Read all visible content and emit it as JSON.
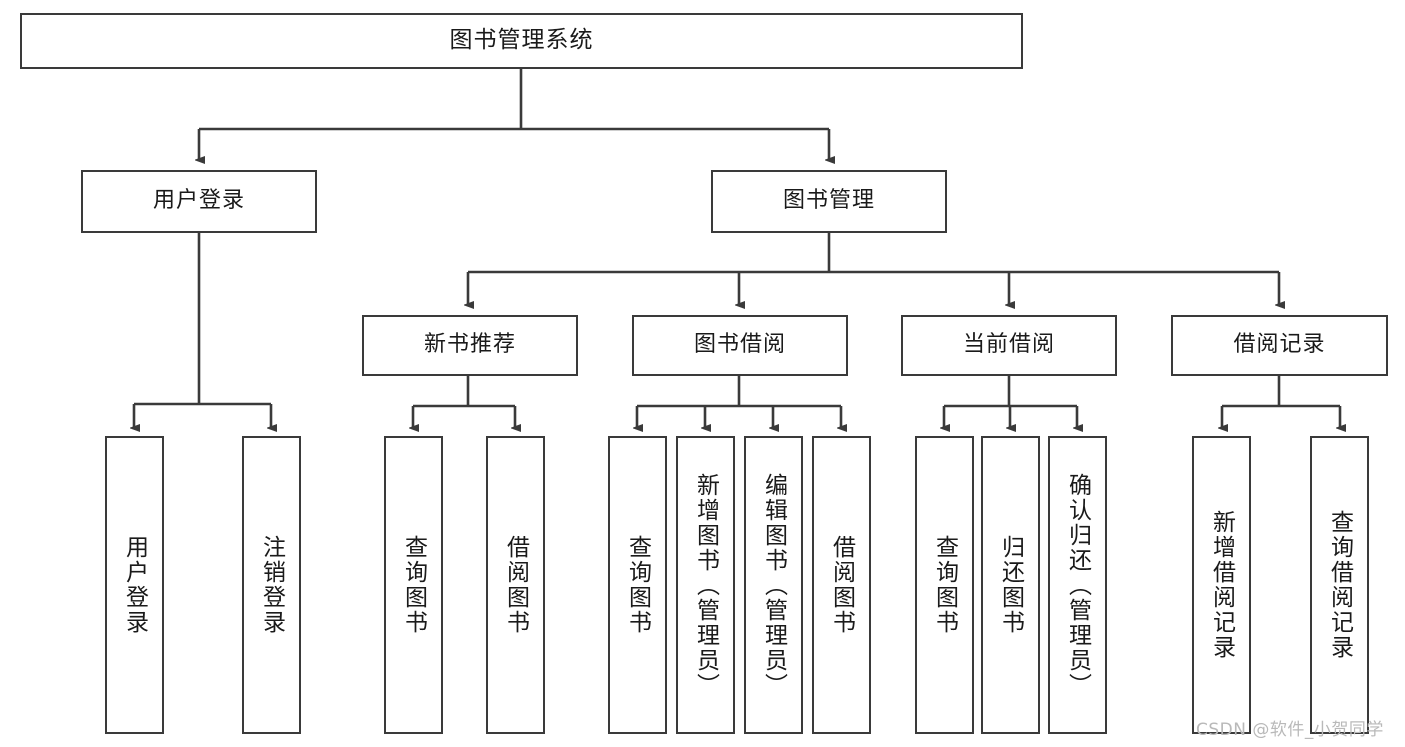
{
  "diagram": {
    "type": "tree",
    "title": "图书管理系统",
    "background_color": "#ffffff",
    "box_border_color": "#3a3a3a",
    "text_color": "#1a1a1a",
    "root": {
      "label": "图书管理系统"
    },
    "level2": [
      {
        "label": "用户登录"
      },
      {
        "label": "图书管理"
      }
    ],
    "level3": [
      {
        "label": "新书推荐"
      },
      {
        "label": "图书借阅"
      },
      {
        "label": "当前借阅"
      },
      {
        "label": "借阅记录"
      }
    ],
    "leaves": {
      "user_login": [
        {
          "label": "用户登录"
        },
        {
          "label": "注销登录"
        }
      ],
      "new_book": [
        {
          "label": "查询图书"
        },
        {
          "label": "借阅图书"
        }
      ],
      "book_borrow": [
        {
          "label": "查询图书"
        },
        {
          "label": "新增图书（管理员）"
        },
        {
          "label": "编辑图书（管理员）"
        },
        {
          "label": "借阅图书"
        }
      ],
      "current_borrow": [
        {
          "label": "查询图书"
        },
        {
          "label": "归还图书"
        },
        {
          "label": "确认归还（管理员）"
        }
      ],
      "borrow_record": [
        {
          "label": "新增借阅记录"
        },
        {
          "label": "查询借阅记录"
        }
      ]
    }
  },
  "watermark": {
    "text": "CSDN @软件_小贺同学",
    "color": "#b9b9b9"
  }
}
